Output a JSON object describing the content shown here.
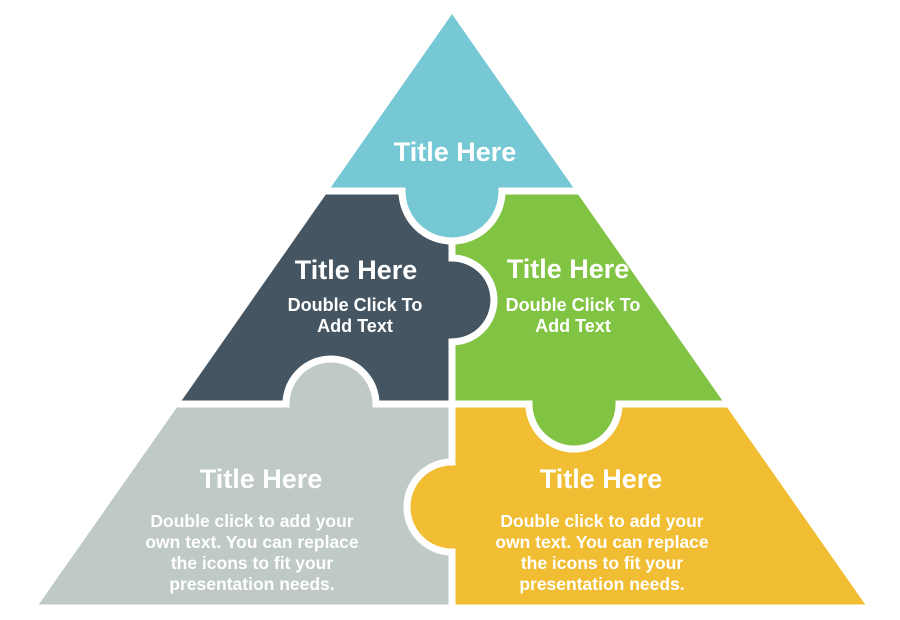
{
  "diagram": {
    "kind": "puzzle-pyramid-infographic",
    "background_color": "#ffffff",
    "text_color": "#ffffff",
    "pieces": [
      {
        "id": "top",
        "title": "Title Here",
        "color": "#76C9D4"
      },
      {
        "id": "middle-left",
        "title": "Title Here",
        "body": "Double Click To\nAdd Text",
        "color": "#455662"
      },
      {
        "id": "middle-right",
        "title": "Title Here",
        "body": "Double Click To\nAdd Text",
        "color": "#81C342"
      },
      {
        "id": "bottom-left",
        "title": "Title Here",
        "body": "Double click to add your\nown text. You can replace\nthe icons to fit your\npresentation needs.",
        "color": "#BEC9C8"
      },
      {
        "id": "bottom-right",
        "title": "Title Here",
        "body": "Double click to add your\nown text. You can replace\nthe icons to fit your\npresentation needs.",
        "color": "#F1BD33"
      }
    ]
  }
}
